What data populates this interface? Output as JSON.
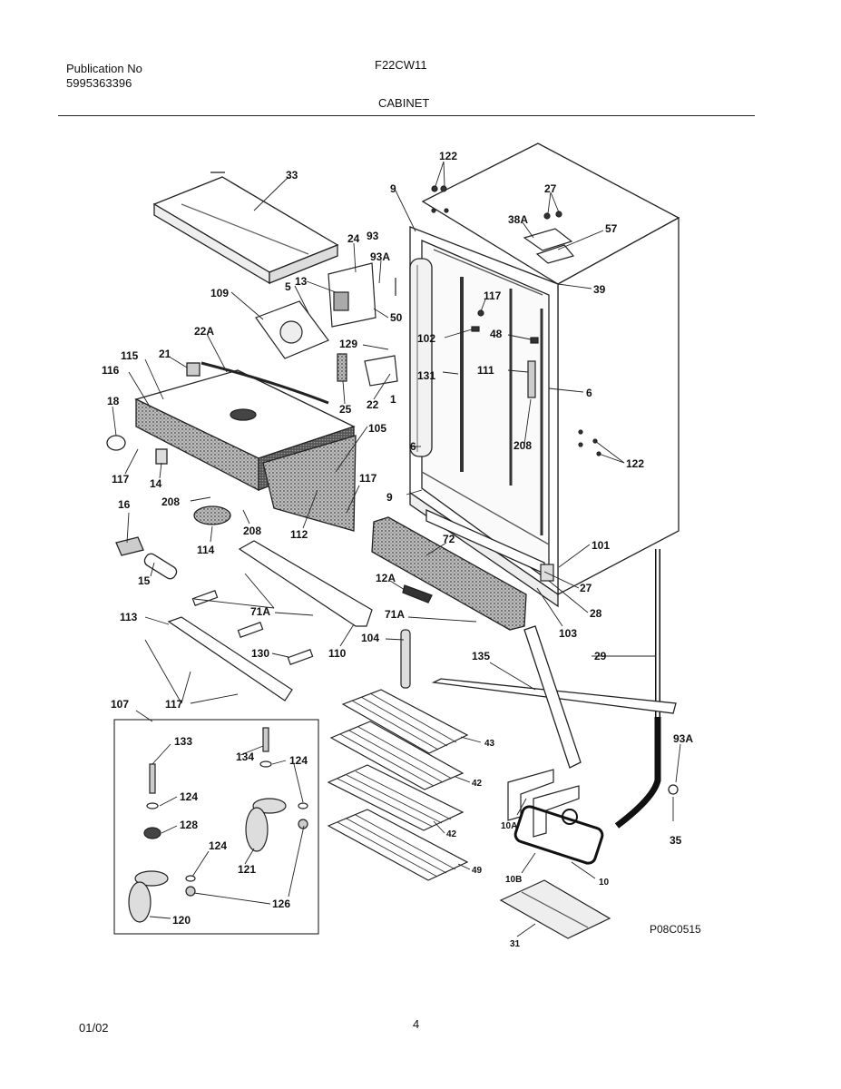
{
  "header": {
    "publication_label": "Publication No",
    "publication_number": "5995363396",
    "model": "F22CW11",
    "section": "CABINET"
  },
  "diagram": {
    "code": "P08C0515",
    "callouts": {
      "c122a": "122",
      "c33": "33",
      "c9a": "9",
      "c27": "27",
      "c38A": "38A",
      "c57": "57",
      "c24": "24",
      "c93": "93",
      "c93Aa": "93A",
      "c13": "13",
      "c5": "5",
      "c109": "109",
      "c50": "50",
      "c39": "39",
      "c117a": "117",
      "c22A": "22A",
      "c102": "102",
      "c48": "48",
      "c115": "115",
      "c21": "21",
      "c116": "116",
      "c129": "129",
      "c131": "131",
      "c111": "111",
      "c6a": "6",
      "c18": "18",
      "c25": "25",
      "c22": "22",
      "c1": "1",
      "c105": "105",
      "c6b": "6",
      "c208a": "208",
      "c122b": "122",
      "c117b": "117",
      "c14": "14",
      "c117c": "117",
      "c9b": "9",
      "c16": "16",
      "c208b": "208",
      "c208c": "208",
      "c112": "112",
      "c114": "114",
      "c15": "15",
      "c72": "72",
      "c101": "101",
      "c12A": "12A",
      "c27b": "27",
      "c28": "28",
      "c71Aa": "71A",
      "c71Ab": "71A",
      "c113": "113",
      "c103": "103",
      "c104": "104",
      "c110": "110",
      "c130": "130",
      "c135": "135",
      "c29": "29",
      "c107": "107",
      "c117d": "117",
      "c133": "133",
      "c134": "134",
      "c124a": "124",
      "c124b": "124",
      "c128": "128",
      "c124c": "124",
      "c121": "121",
      "c126": "126",
      "c120": "120",
      "c43": "43",
      "c42a": "42",
      "c42b": "42",
      "c49": "49",
      "c93Ab": "93A",
      "c10A": "10A",
      "c35": "35",
      "c10B": "10B",
      "c10": "10",
      "c31": "31"
    }
  },
  "footer": {
    "date": "01/02",
    "page_number": "4"
  }
}
